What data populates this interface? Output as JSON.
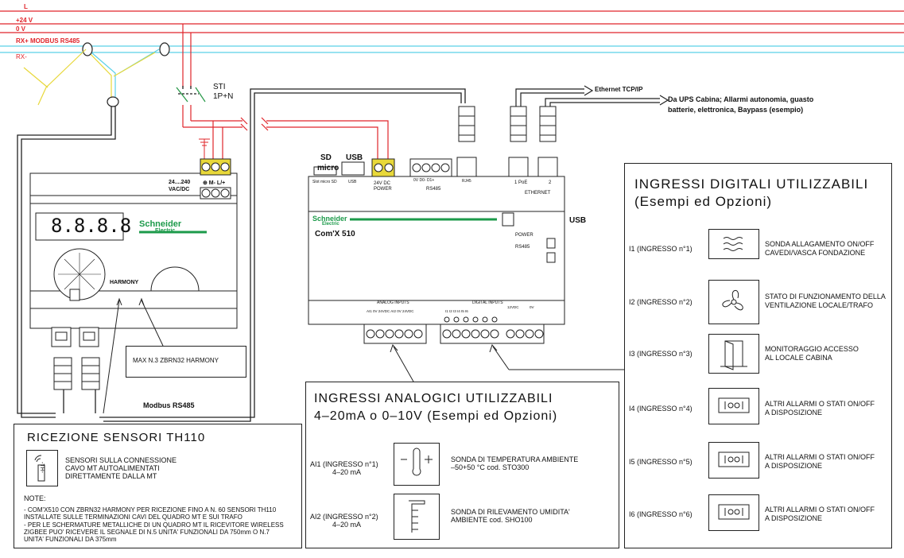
{
  "lines": {
    "L": "L",
    "p24": "+24 V",
    "zero": "0 V",
    "rxp": "RX+  MODBUS RS485",
    "rxm": "RX-"
  },
  "sti": {
    "name": "STI",
    "type": "1P+N"
  },
  "harmony": {
    "voltage": "24....240",
    "vtype": "VAC/DC",
    "terminals": "⊕ M- L/+",
    "display": "8.8.8.8",
    "brand1": "Schneider",
    "brand2": "Electric",
    "label": "HARMONY",
    "max_note": "MAX N.3 ZBRN32 HARMONY",
    "bus": "Modbus RS485"
  },
  "comx": {
    "sd": "SD",
    "micro": "micro",
    "usb_top": "USB",
    "slot": "Slot micro SD",
    "usb_small": "USB",
    "power_terms": "-   +",
    "power_lbl": "24V DC",
    "power_lbl2": "POWER",
    "rs485_terms": "0V  D0- D1+",
    "rs485_lbl": "RS485",
    "rj45": "RJ45",
    "eth1": "1 PoE",
    "eth2": "2",
    "eth_lbl": "ETHERNET",
    "brand1": "Schneider",
    "brand2": "Electric",
    "model": "Com'X 510",
    "usb_right": "USB",
    "led_power": "POWER",
    "led_rs485": "RS485",
    "analog_title": "ANALOG INPUTS",
    "analog_terms": "AI1  0V  24VDC AI2  0V  24VDC",
    "digital_title": "DIGITAL INPUTS",
    "digital_terms": "I1   I2   I3   I4   I5   I6",
    "digital_v1": "12VDC",
    "digital_v2": "0V",
    "ethernet_ext": "Ethernet TCP/IP",
    "ups1": "Da UPS Cabina; Allarmi autonomia, guasto",
    "ups2": "batterie, elettronica, Baypass (esempio)"
  },
  "digital_box": {
    "title1": "INGRESSI  DIGITALI  UTILIZZABILI",
    "title2": "(Esempi  ed  Opzioni)",
    "rows": [
      {
        "label": "I1  (INGRESSO  n°1)",
        "desc1": "SONDA ALLAGAMENTO ON/OFF",
        "desc2": "CAVEDI/VASCA FONDAZIONE",
        "icon": "water-icon"
      },
      {
        "label": "I2  (INGRESSO  n°2)",
        "desc1": "STATO DI FUNZIONAMENTO DELLA",
        "desc2": "VENTILAZIONE LOCALE/TRAFO",
        "icon": "fan-icon"
      },
      {
        "label": "I3  (INGRESSO  n°3)",
        "desc1": "MONITORAGGIO ACCESSO",
        "desc2": "AL LOCALE CABINA",
        "icon": "door-icon"
      },
      {
        "label": "I4  (INGRESSO  n°4)",
        "desc1": "ALTRI ALLARMI    O  STATI  ON/OFF",
        "desc2": "A  DISPOSIZIONE",
        "icon": "contact-icon"
      },
      {
        "label": "I5  (INGRESSO  n°5)",
        "desc1": "ALTRI ALLARMI    O  STATI  ON/OFF",
        "desc2": "A  DISPOSIZIONE",
        "icon": "contact-icon"
      },
      {
        "label": "I6  (INGRESSO  n°6)",
        "desc1": "ALTRI ALLARMI    O  STATI  ON/OFF",
        "desc2": "A  DISPOSIZIONE",
        "icon": "contact-icon"
      }
    ]
  },
  "analog_box": {
    "title1": "INGRESSI  ANALOGICI  UTILIZZABILI",
    "title2": "4–20mA  o  0–10V  (Esempi  ed  Opzioni)",
    "rows": [
      {
        "label1": "AI1  (INGRESSO  n°1)",
        "label2": "4–20  mA",
        "desc1": "SONDA  DI  TEMPERATURA  AMBIENTE",
        "desc2": "–50+50  °C   cod.  STO300",
        "icon": "thermometer-icon"
      },
      {
        "label1": "AI2  (INGRESSO  n°2)",
        "label2": "4–20  mA",
        "desc1": "SONDA  DI  RILEVAMENTO  UMIDITA'",
        "desc2": "AMBIENTE    cod.  SHO100",
        "icon": "humidity-icon"
      }
    ]
  },
  "reception_box": {
    "title": "RICEZIONE  SENSORI  TH110",
    "sensor_desc": [
      "SENSORI SULLA CONNESSIONE",
      "CAVO MT AUTOALIMENTATI",
      "DIRETTAMENTE DALLA MT"
    ],
    "sensor_icon_text": "-TH-",
    "note_title": "NOTE:",
    "notes": [
      "- COM'X510 CON ZBRN32 HARMONY PER RICEZIONE FINO A N. 60 SENSORI TH110",
      "  INSTALLATE SULLE TERMINAZIONI CAVI DEL QUADRO MT E SUI TRAFO",
      "- PER LE SCHERMATURE METALLICHE DI UN QUADRO MT IL RICEVITORE WIRELESS",
      "  ZIGBEE PUO' RICEVERE IL SEGNALE DI N.5 UNITA' FUNZIONALI DA 750mm O N.7",
      "  UNITA' FUNZIONALI DA 375mm"
    ]
  },
  "colors": {
    "red": "#e0242a",
    "cyan": "#5ad0e8",
    "yellow": "#e8d83a",
    "green": "#1c9a4a"
  }
}
